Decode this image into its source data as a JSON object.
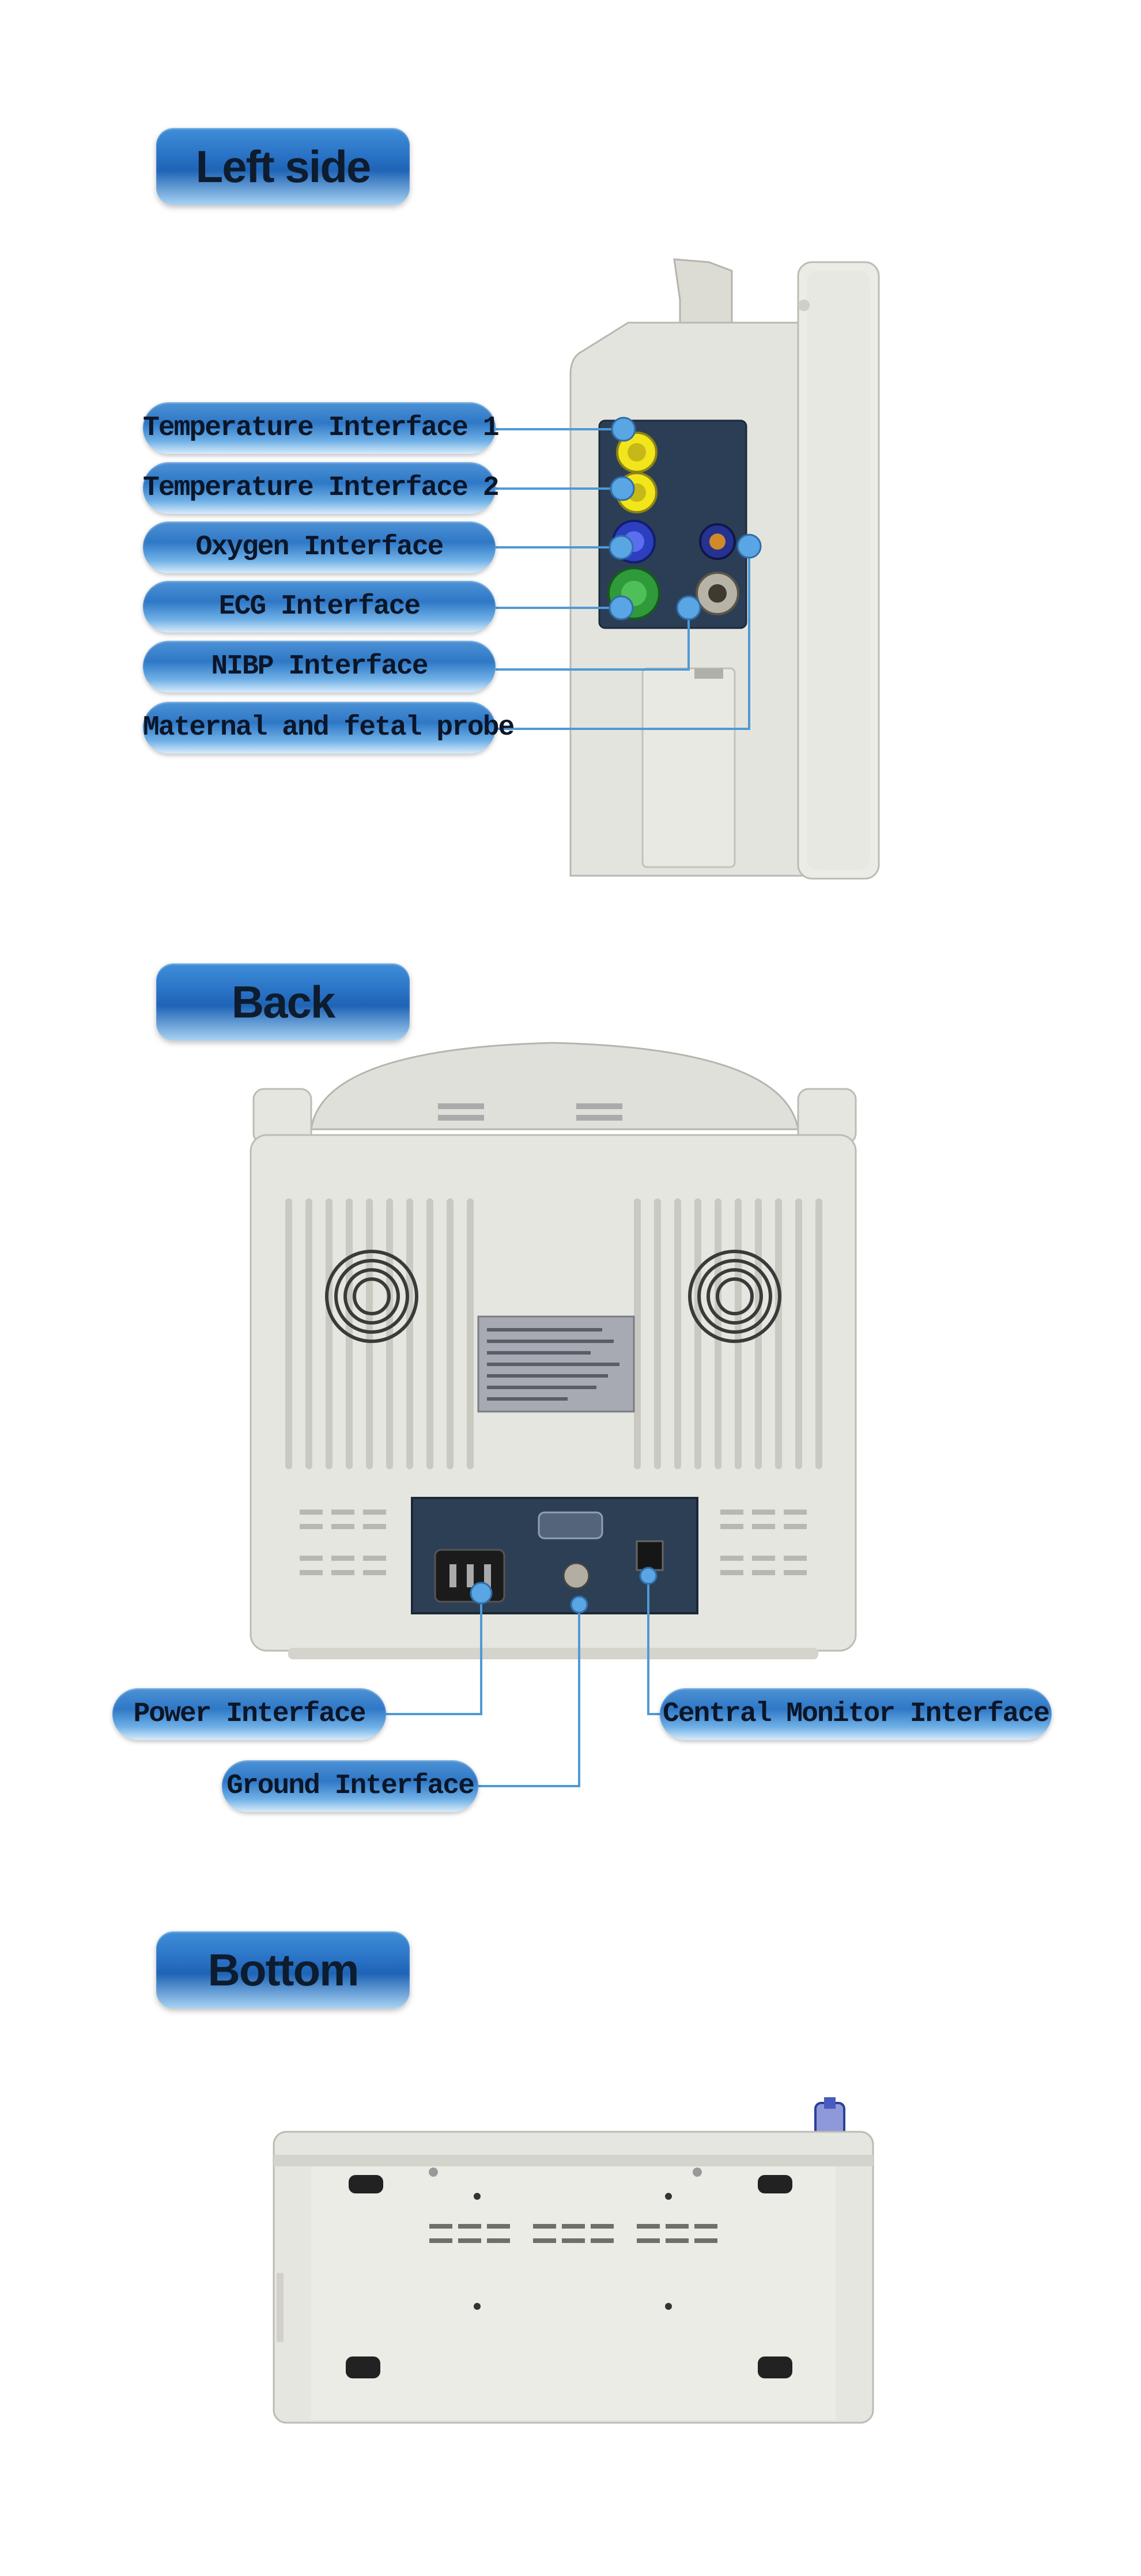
{
  "sections": {
    "left": {
      "heading": "Left side",
      "labels": [
        "Temperature Interface 1",
        "Temperature Interface 2",
        "Oxygen Interface",
        "ECG Interface",
        "NIBP Interface",
        "Maternal and fetal probe"
      ]
    },
    "back": {
      "heading": "Back",
      "labels": {
        "power": "Power Interface",
        "ground": "Ground Interface",
        "central": "Central Monitor Interface"
      }
    },
    "bottom": {
      "heading": "Bottom"
    }
  },
  "colors": {
    "heading_blue": "#1f64b6",
    "device_gray": "#e3e3dd",
    "leader_line": "#4f9ad6",
    "temp_port": "#f2e51c",
    "spo2_port": "#2c3fbf",
    "ecg_port": "#2f9a3a"
  }
}
